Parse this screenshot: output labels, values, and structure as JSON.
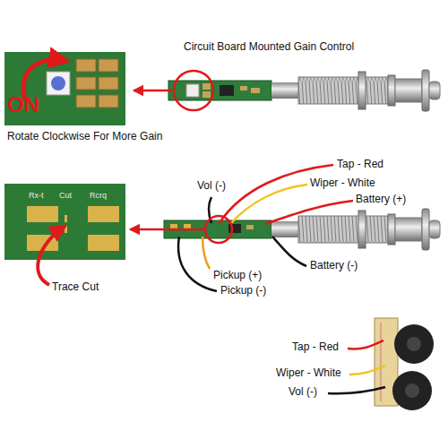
{
  "diagram": {
    "labels": [
      "Circuit Board Mounted Gain Control",
      "ON",
      "Rotate Clockwise For More Gain",
      "Rx-t",
      "Cut",
      "Rcrq",
      "Trace Cut",
      "Tap - Red",
      "Vol (-)",
      "Wiper - White",
      "Battery (+)",
      "Battery (-)",
      "Pickup (+)",
      "Pickup (-)",
      "Tap - Red",
      "Wiper - White",
      "Vol (-)"
    ]
  }
}
